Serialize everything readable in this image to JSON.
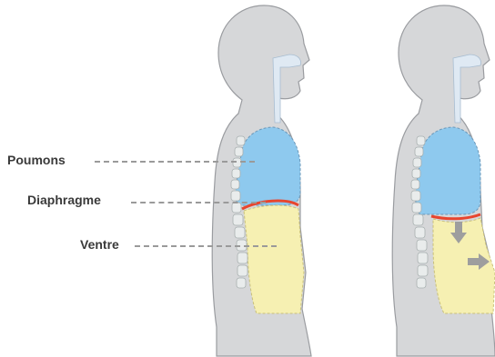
{
  "labels": {
    "lungs": "Poumons",
    "diaphragm": "Diaphragme",
    "belly": "Ventre"
  },
  "colors": {
    "body": "#d6d7d9",
    "body_outline": "#9a9ca0",
    "lungs": "#8ec9ee",
    "belly": "#f6f0b2",
    "diaphragm": "#e8452e",
    "spine": "#e9ecec",
    "arrow": "#9e9e9e",
    "airway": "#dfe9f3"
  },
  "figures": [
    {
      "name": "exhale-state",
      "belly_expanded": false,
      "arrows": false
    },
    {
      "name": "inhale-state",
      "belly_expanded": true,
      "arrows": true
    }
  ]
}
